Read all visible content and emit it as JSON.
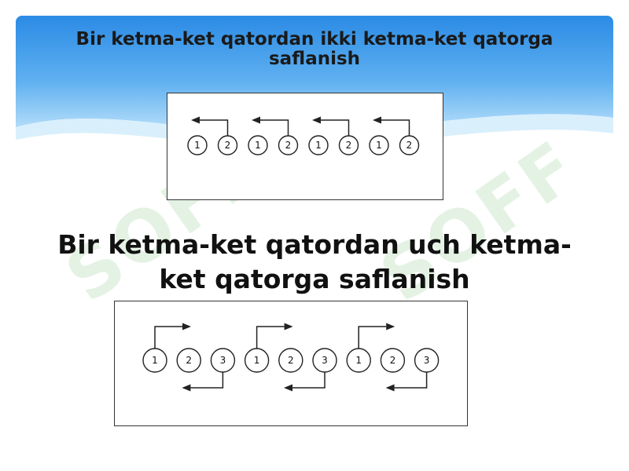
{
  "slide": {
    "title_top": "Bir ketma-ket qatordan ikki ketma-ket qatorga saflanish",
    "title_mid": "Bir ketma-ket qatordan uch ketma-ket qatorga saflanish",
    "watermark": "SOFF",
    "colors": {
      "header_blue": "#2f8fe6",
      "header_light": "#bfe3fb",
      "background": "#ffffff",
      "text": "#111111"
    }
  },
  "diagram_two_rows": {
    "sequence": [
      "1",
      "2",
      "1",
      "2",
      "1",
      "2",
      "1",
      "2"
    ]
  },
  "diagram_three_rows": {
    "sequence": [
      "1",
      "2",
      "3",
      "1",
      "2",
      "3",
      "1",
      "2",
      "3"
    ]
  }
}
